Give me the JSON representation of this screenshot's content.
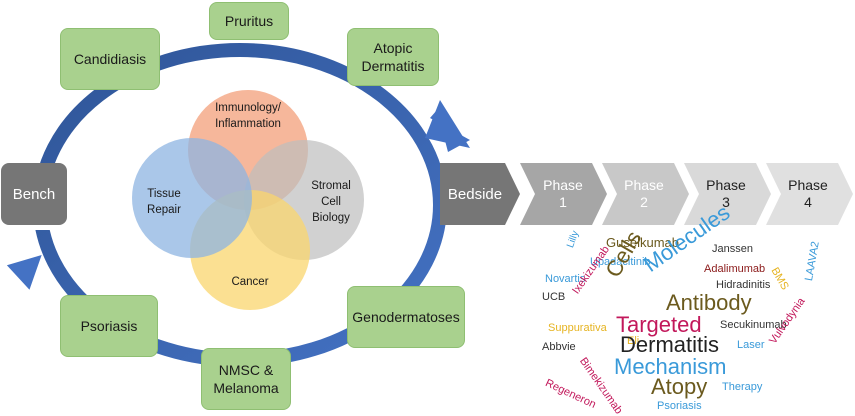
{
  "cycle": {
    "center_label": "Bench",
    "nodes": [
      {
        "id": "pruritus",
        "label": "Pruritus"
      },
      {
        "id": "atopic-dermatitis",
        "label": "Atopic\nDermatitis"
      },
      {
        "id": "genodermatoses",
        "label": "Genodermatoses"
      },
      {
        "id": "nmsc-melanoma",
        "label": "NMSC &\nMelanoma"
      },
      {
        "id": "psoriasis",
        "label": "Psoriasis"
      },
      {
        "id": "candidiasis",
        "label": "Candidiasis"
      }
    ]
  },
  "venn": {
    "circles": [
      {
        "id": "immunology",
        "label": "Immunology/\nInflammation",
        "color": "#f4a582"
      },
      {
        "id": "stromal",
        "label": "Stromal\nCell\nBiology",
        "color": "#bdbdbd"
      },
      {
        "id": "cancer",
        "label": "Cancer",
        "color": "#f9d56e"
      },
      {
        "id": "tissue-repair",
        "label": "Tissue\nRepair",
        "color": "#8db4e2"
      }
    ]
  },
  "pipeline": {
    "stages": [
      {
        "label": "Bedside"
      },
      {
        "label": "Phase\n1"
      },
      {
        "label": "Phase\n2"
      },
      {
        "label": "Phase\n3"
      },
      {
        "label": "Phase\n4"
      }
    ]
  },
  "wordcloud": {
    "words": [
      {
        "text": "Guselkumab",
        "color": "#6b5a1e"
      },
      {
        "text": "Janssen",
        "color": "#333333"
      },
      {
        "text": "Lilly",
        "color": "#3a9ad9"
      },
      {
        "text": "Upadacitinib",
        "color": "#3a9ad9"
      },
      {
        "text": "Molecules",
        "color": "#3a9ad9"
      },
      {
        "text": "Adalimumab",
        "color": "#8b1a1a"
      },
      {
        "text": "BMS",
        "color": "#e6b422"
      },
      {
        "text": "Novartis",
        "color": "#3a9ad9"
      },
      {
        "text": "Cells",
        "color": "#6b5a1e"
      },
      {
        "text": "Hidradinitis",
        "color": "#333333"
      },
      {
        "text": "Ixekizumab",
        "color": "#c2185b"
      },
      {
        "text": "LAAVA2",
        "color": "#3a9ad9"
      },
      {
        "text": "UCB",
        "color": "#333333"
      },
      {
        "text": "Antibody",
        "color": "#6b5a1e"
      },
      {
        "text": "Suppurativa",
        "color": "#e6b422"
      },
      {
        "text": "Targeted",
        "color": "#c2185b"
      },
      {
        "text": "Secukinumab",
        "color": "#333333"
      },
      {
        "text": "Abbvie",
        "color": "#333333"
      },
      {
        "text": "Eli",
        "color": "#e6b422"
      },
      {
        "text": "Dermatitis",
        "color": "#222222"
      },
      {
        "text": "Laser",
        "color": "#3a9ad9"
      },
      {
        "text": "Bimekizumab",
        "color": "#c2185b"
      },
      {
        "text": "Vulvodynia",
        "color": "#c2185b"
      },
      {
        "text": "Mechanism",
        "color": "#3a9ad9"
      },
      {
        "text": "Regeneron",
        "color": "#c2185b"
      },
      {
        "text": "Atopy",
        "color": "#6b5a1e"
      },
      {
        "text": "Therapy",
        "color": "#3a9ad9"
      },
      {
        "text": "Psoriasis",
        "color": "#3a9ad9"
      }
    ]
  }
}
